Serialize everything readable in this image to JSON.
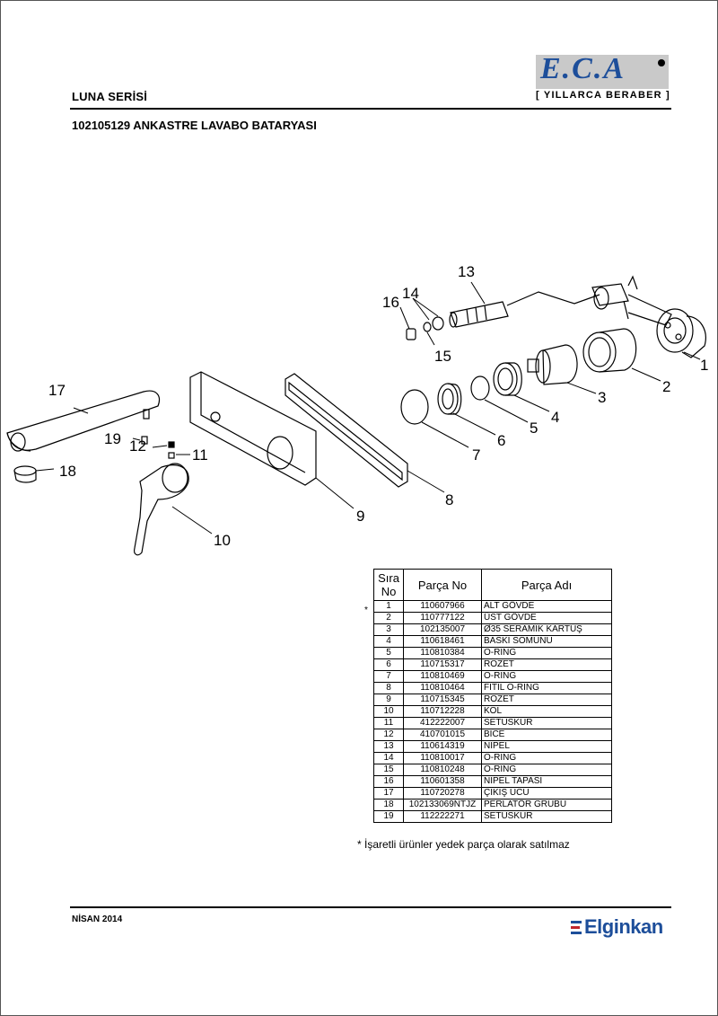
{
  "header": {
    "series": "LUNA SERİSİ",
    "product": "102105129 ANKASTRE LAVABO BATARYASI",
    "logo": "E.C.A",
    "tagline": "[ YILLARCA BERABER ]"
  },
  "diagram": {
    "callouts": [
      "1",
      "2",
      "3",
      "4",
      "5",
      "6",
      "7",
      "8",
      "9",
      "10",
      "11",
      "12",
      "13",
      "14",
      "15",
      "16",
      "17",
      "18",
      "19"
    ]
  },
  "parts_table": {
    "headers": {
      "no": [
        "Sıra",
        "No"
      ],
      "part_no": "Parça No",
      "part_name": "Parça Adı"
    },
    "rows": [
      {
        "no": "1",
        "part_no": "110607966",
        "name": "ALT GÖVDE"
      },
      {
        "no": "2",
        "part_no": "110777122",
        "name": "ÜST GÖVDE"
      },
      {
        "no": "3",
        "part_no": "102135007",
        "name": "Ø35 SERAMİK KARTUŞ"
      },
      {
        "no": "4",
        "part_no": "110618461",
        "name": "BASKI SOMUNU"
      },
      {
        "no": "5",
        "part_no": "110810384",
        "name": "O-RİNG"
      },
      {
        "no": "6",
        "part_no": "110715317",
        "name": "ROZET"
      },
      {
        "no": "7",
        "part_no": "110810469",
        "name": "O-RİNG"
      },
      {
        "no": "8",
        "part_no": "110810464",
        "name": "FİTİL O-RİNG"
      },
      {
        "no": "9",
        "part_no": "110715345",
        "name": "ROZET"
      },
      {
        "no": "10",
        "part_no": "110712228",
        "name": "KOL"
      },
      {
        "no": "11",
        "part_no": "412222007",
        "name": "SETUSKUR"
      },
      {
        "no": "12",
        "part_no": "410701015",
        "name": "BİCE"
      },
      {
        "no": "13",
        "part_no": "110614319",
        "name": "NİPEL"
      },
      {
        "no": "14",
        "part_no": "110810017",
        "name": "O-RİNG"
      },
      {
        "no": "15",
        "part_no": "110810248",
        "name": "O-RİNG"
      },
      {
        "no": "16",
        "part_no": "110601358",
        "name": "NİPEL TAPASI"
      },
      {
        "no": "17",
        "part_no": "110720278",
        "name": "ÇIKIŞ UCU"
      },
      {
        "no": "18",
        "part_no": "102133069NTJZ",
        "name": "PERLATÖR GRUBU"
      },
      {
        "no": "19",
        "part_no": "112222271",
        "name": "SETUSKUR"
      }
    ],
    "star_mark": "*",
    "footnote": "* İşaretli ürünler yedek parça olarak satılmaz"
  },
  "footer": {
    "date": "NİSAN 2014",
    "brand": "Elginkan"
  }
}
